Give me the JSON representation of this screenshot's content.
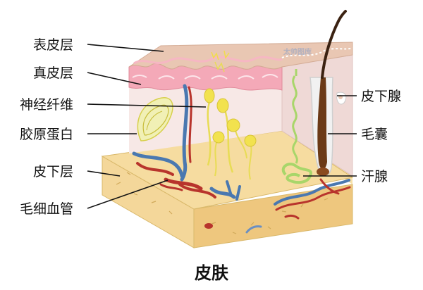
{
  "title": "皮肤",
  "watermark": "太帅图库",
  "labels": {
    "epidermis": "表皮层",
    "dermis": "真皮层",
    "nerve_fiber": "神经纤维",
    "collagen": "胶原蛋白",
    "hypodermis": "皮下层",
    "capillary": "毛细血管",
    "subcutaneous_gland": "皮下腺",
    "hair_follicle": "毛囊",
    "sweat_gland": "汗腺"
  },
  "colors": {
    "epidermis": "#e9c7b3",
    "dermis_pink": "#f4a9b8",
    "dermis_side": "#f7e6e4",
    "fat": "#f4d79a",
    "nerve": "#e8dc55",
    "sweat_gland": "#a8d66a",
    "artery": "#b8342c",
    "vein": "#4a78b0",
    "hair": "#3b2212"
  }
}
